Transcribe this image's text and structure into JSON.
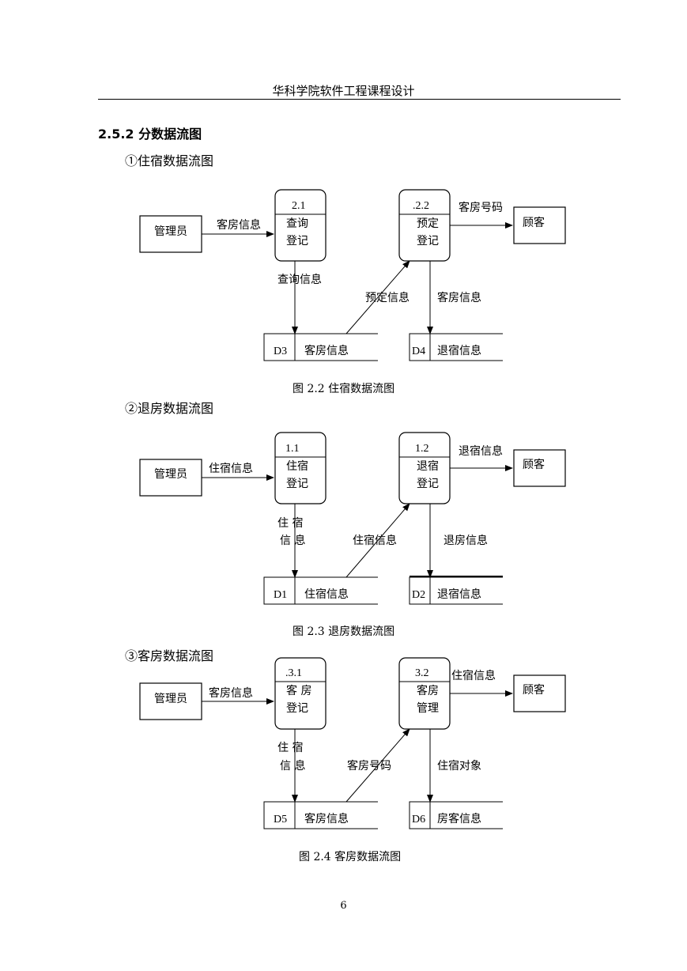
{
  "header": {
    "title": "华科学院软件工程课程设计"
  },
  "section": {
    "heading": "2.5.2 分数据流图"
  },
  "diagrams": [
    {
      "subtitle": "①住宿数据流图",
      "caption": "图 2.2 住宿数据流图",
      "entity_left": "管理员",
      "entity_right": "顾客",
      "process1": {
        "id": "2.1",
        "line1": "查询",
        "line2": "登记"
      },
      "process2": {
        "id": ".2.2",
        "line1": "预定",
        "line2": "登记"
      },
      "flow_in": "客房信息",
      "flow_out": "客房号码",
      "flow_down1": "查询信息",
      "flow_diag": "预定信息",
      "flow_down2": "客房信息",
      "store1": {
        "id": "D3",
        "name": "客房信息"
      },
      "store2": {
        "id": "D4",
        "name": "退宿信息"
      }
    },
    {
      "subtitle": "②退房数据流图",
      "caption": "图 2.3 退房数据流图",
      "entity_left": "管理员",
      "entity_right": "顾客",
      "process1": {
        "id": "1.1",
        "line1": "住宿",
        "line2": "登记"
      },
      "process2": {
        "id": "1.2",
        "line1": "退宿",
        "line2": "登记"
      },
      "flow_in": "住宿信息",
      "flow_out": "退宿信息",
      "flow_down1_a": "住  宿",
      "flow_down1_b": "信  息",
      "flow_diag": "住宿信息",
      "flow_down2": "退房信息",
      "store1": {
        "id": "D1",
        "name": "住宿信息"
      },
      "store2": {
        "id": "D2",
        "name": "退宿信息"
      }
    },
    {
      "subtitle": "③客房数据流图",
      "caption": "图 2.4 客房数据流图",
      "entity_left": "管理员",
      "entity_right": "顾客",
      "process1": {
        "id": ".3.1",
        "line1": "客  房",
        "line2": "登记"
      },
      "process2": {
        "id": "3.2",
        "line1": "客房",
        "line2": "管理"
      },
      "flow_in": "客房信息",
      "flow_out": "住宿信息",
      "flow_down1_a": "住  宿",
      "flow_down1_b": "信  息",
      "flow_diag": "客房号码",
      "flow_down2": "住宿对象",
      "store1": {
        "id": "D5",
        "name": "客房信息"
      },
      "store2": {
        "id": "D6",
        "name": "房客信息"
      }
    }
  ],
  "footer": {
    "page_number": "6"
  }
}
